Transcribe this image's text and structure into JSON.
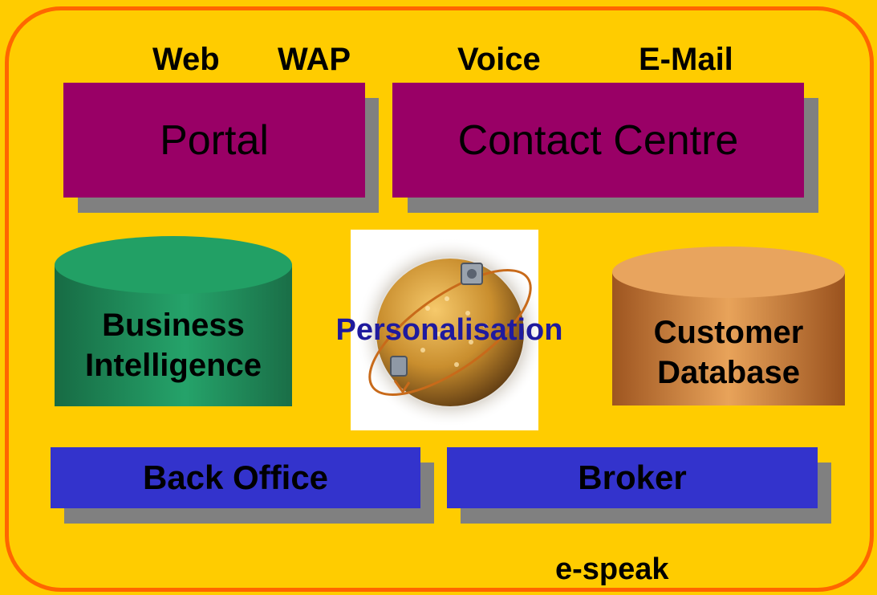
{
  "channels": [
    "Web",
    "WAP",
    "Voice",
    "E-Mail"
  ],
  "portal": "Portal",
  "contact_centre": "Contact Centre",
  "business_intelligence": [
    "Business",
    "Intelligence"
  ],
  "customer_database": [
    "Customer",
    "Database"
  ],
  "personalisation": "Personalisation",
  "back_office": "Back Office",
  "broker": "Broker",
  "espeak": "e-speak",
  "colors": {
    "background": "#ffcc00",
    "frame": "#ff6600",
    "portal": "#990066",
    "bottom_boxes": "#3333cc",
    "bi_cylinder": "#1f8a55",
    "db_cylinder": "#c9702a",
    "personalisation_text": "#1f1a9e"
  },
  "icons": [
    "globe-icon",
    "device-icon"
  ]
}
